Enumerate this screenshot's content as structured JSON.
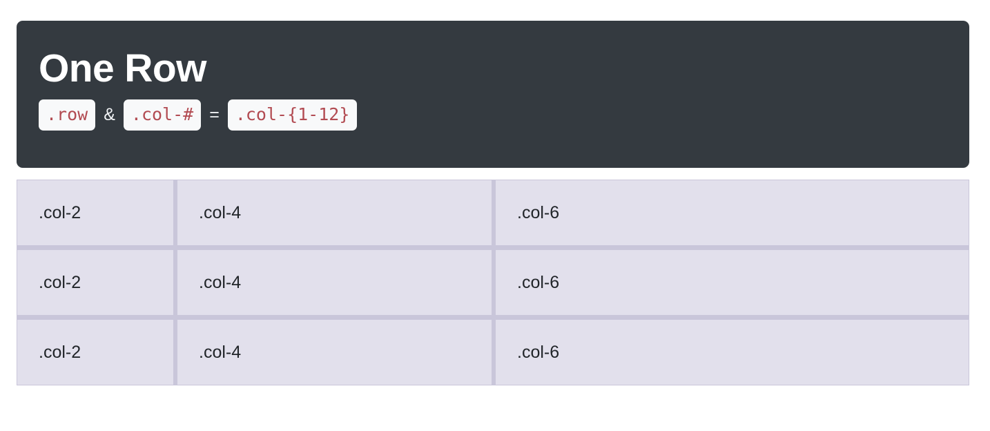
{
  "header": {
    "title": "One Row",
    "lead": [
      {
        "kind": "code",
        "text": ".row"
      },
      {
        "kind": "op",
        "text": "&"
      },
      {
        "kind": "code",
        "text": ".col-#"
      },
      {
        "kind": "op",
        "text": "="
      },
      {
        "kind": "code",
        "text": ".col-{1-12}"
      }
    ],
    "background_color": "#343a40",
    "title_color": "#ffffff",
    "code_badge_background": "#f8f9fa",
    "code_badge_color": "#b24b52"
  },
  "grid": {
    "cell_background": "#e2e0ec",
    "gutter_color": "#c9c6da",
    "rows": [
      {
        "cells": [
          {
            "label": ".col-2",
            "span": 2
          },
          {
            "label": ".col-4",
            "span": 4
          },
          {
            "label": ".col-6",
            "span": 6
          }
        ]
      },
      {
        "cells": [
          {
            "label": ".col-2",
            "span": 2
          },
          {
            "label": ".col-4",
            "span": 4
          },
          {
            "label": ".col-6",
            "span": 6
          }
        ]
      },
      {
        "cells": [
          {
            "label": ".col-2",
            "span": 2
          },
          {
            "label": ".col-4",
            "span": 4
          },
          {
            "label": ".col-6",
            "span": 6
          }
        ]
      }
    ]
  }
}
